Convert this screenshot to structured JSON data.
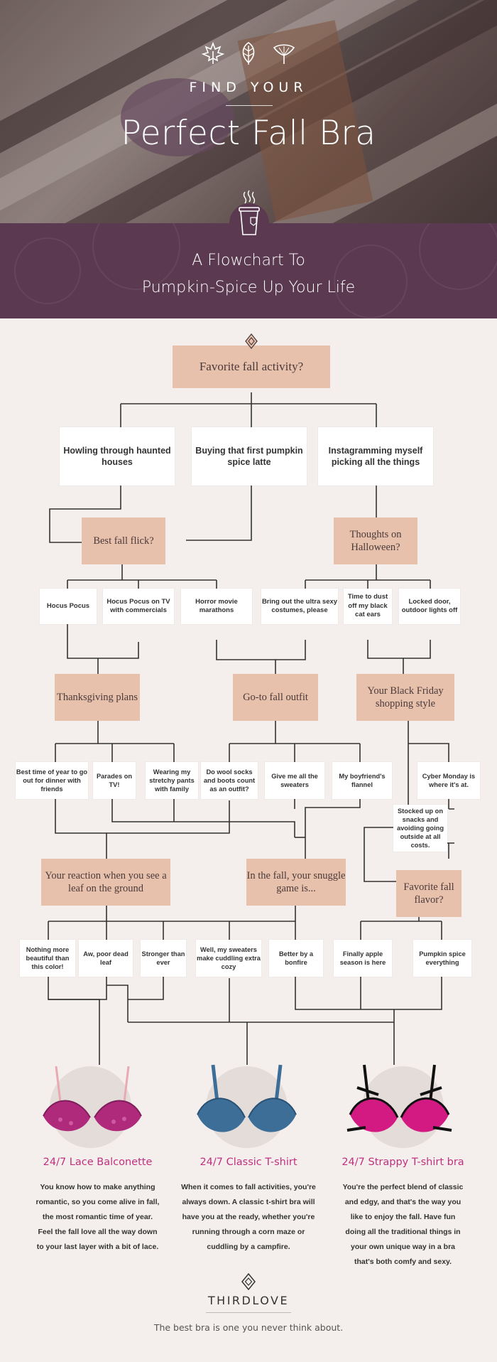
{
  "hero": {
    "eyebrow": "FIND YOUR",
    "title": "Perfect Fall Bra"
  },
  "banner": {
    "subtitle_line1": "A Flowchart To",
    "subtitle_line2": "Pumpkin-Spice Up Your Life"
  },
  "flowchart": {
    "start_question": "Favorite fall activity?",
    "activities": [
      "Howling through haunted houses",
      "Buying that first pumpkin spice latte",
      "Instagramming myself picking all the things"
    ],
    "q_flick": "Best fall flick?",
    "q_halloween": "Thoughts on Halloween?",
    "flick_answers": [
      "Hocus Pocus",
      "Hocus Pocus on TV with commercials",
      "Horror movie marathons"
    ],
    "halloween_answers": [
      "Bring out the ultra sexy costumes, please",
      "Time to dust off my black cat ears",
      "Locked door, outdoor lights off"
    ],
    "q_thanksgiving": "Thanksgiving plans",
    "q_outfit": "Go-to fall outfit",
    "q_blackfriday": "Your Black Friday shopping style",
    "thanksgiving_answers": [
      "Best time of year to go out for dinner with friends",
      "Parades on TV!",
      "Wearing my stretchy pants with family",
      "Do wool socks and boots count as an outfit?"
    ],
    "outfit_answers": [
      "Give me all the sweaters",
      "My boyfriend's flannel"
    ],
    "blackfriday_answers": [
      "Cyber Monday is where it's at.",
      "Stocked up on snacks and avoiding going outside at all costs."
    ],
    "q_leaf": "Your reaction when you see a leaf on the ground",
    "q_snuggle": "In the fall, your snuggle game is...",
    "q_flavor": "Favorite fall flavor?",
    "leaf_answers": [
      "Nothing more beautiful than this color!",
      "Aw, poor dead leaf"
    ],
    "snuggle_answers": [
      "Stronger than ever",
      "Well, my sweaters make cuddling extra cozy",
      "Better by a bonfire"
    ],
    "flavor_answers": [
      "Finally apple season is here",
      "Pumpkin spice everything"
    ]
  },
  "results": [
    {
      "name": "24/7 Lace Balconette",
      "desc": [
        "You know how to make anything",
        "romantic, so you come alive in fall,",
        "the most romantic time of year.",
        "Feel the fall love all the way down",
        "to your last layer with a bit of lace."
      ],
      "color": "#b02a7c"
    },
    {
      "name": "24/7 Classic T-shirt",
      "desc": [
        "When it comes to fall activities, you're",
        "always down. A classic t-shirt bra will",
        "have you at the ready, whether you're",
        "running through a corn maze or",
        "cuddling by a campfire."
      ],
      "color": "#3c6e98"
    },
    {
      "name": "24/7 Strappy T-shirt bra",
      "desc": [
        "You're the perfect blend of classic",
        "and edgy, and that's the way you",
        "like to enjoy the fall. Have fun",
        "doing all the traditional things in",
        "your own unique way in a bra",
        "that's both comfy and sexy."
      ],
      "color": "#d31a83"
    }
  ],
  "footer": {
    "brand": "THIRDLOVE",
    "tagline": "The best bra is one you never think about."
  },
  "colors": {
    "question_box": "#e8c1ac",
    "band": "#5b3a51",
    "lines": "#333333",
    "result_title": "#c0307f"
  }
}
